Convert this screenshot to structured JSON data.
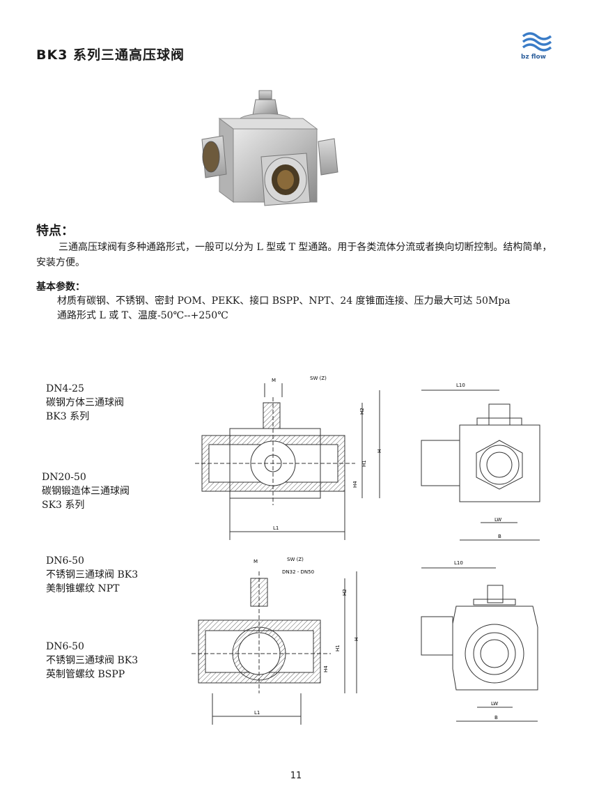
{
  "header": {
    "title": "BK3 系列三通高压球阀",
    "logo_text": "bz flow",
    "logo_icon": "wave-logo-icon"
  },
  "features": {
    "heading": "特点：",
    "text": "三通高压球阀有多种通路形式，一般可以分为 L 型或 T 型通路。用于各类流体分流或者换向切断控制。结构简单，安装方便。"
  },
  "params": {
    "heading": "基本参数：",
    "lines": [
      "材质有碳钢、不锈钢、密封 POM、PEKK、接口 BSPP、NPT、24 度锥面连接、压力最大可达 50Mpa",
      "通路形式 L 或 T、温度-50℃--+250℃"
    ]
  },
  "labels": [
    {
      "lines": [
        "DN4-25",
        "碳钢方体三通球阀",
        "BK3 系列"
      ]
    },
    {
      "lines": [
        "DN20-50",
        "碳钢锻造体三通球阀",
        "SK3 系列"
      ]
    },
    {
      "lines": [
        "DN6-50",
        "不锈钢三通球阀 BK3",
        "美制锥螺纹 NPT"
      ]
    },
    {
      "lines": [
        "DN6-50",
        "不锈钢三通球阀 BK3",
        "英制管螺纹 BSPP"
      ]
    }
  ],
  "drawing_labels": {
    "m": "M",
    "sw": "SW (Z)",
    "h2": "H2",
    "h": "H",
    "h1": "H1",
    "h4": "H4",
    "l1": "L1",
    "l10": "L10",
    "lw": "LW",
    "b": "B",
    "dn_range": "DN32 - DN50"
  },
  "footer": {
    "page_number": "11"
  }
}
